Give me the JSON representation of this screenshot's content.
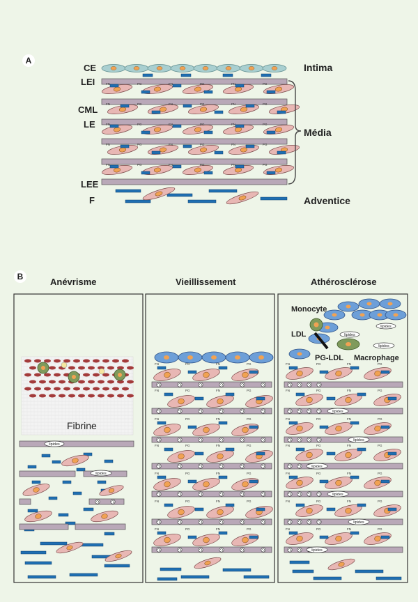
{
  "panel_a": {
    "letter": "A",
    "layer_labels": {
      "ce": "CE",
      "lei": "LEI",
      "cml": "CML",
      "le": "LE",
      "lee": "LEE",
      "f": "F"
    },
    "region_labels": {
      "intima": "Intima",
      "media": "Média",
      "adventice": "Adventice"
    }
  },
  "panel_b": {
    "letter": "B",
    "columns": [
      {
        "title": "Anévrisme"
      },
      {
        "title": "Vieillissement"
      },
      {
        "title": "Athérosclérose"
      }
    ],
    "fibrin_label": "Fibrine",
    "lipides_label": "lipides",
    "athero_labels": {
      "monocyte": "Monocyte",
      "ldl": "LDL",
      "pg_ldl": "PG-LDL",
      "macrophage": "Macrophage"
    },
    "tiny_labels": {
      "fn": "FN",
      "pg": "PG"
    }
  },
  "colors": {
    "background": "#eef5e8",
    "endothelial": "#a9cfd0",
    "elastic_lamina": "#b9a8b8",
    "smc_cell": "#e8b7b4",
    "nucleus": "#f1a253",
    "collagen": "#1f6fb2",
    "blue_cell": "#6d9fd8",
    "macrophage_green": "#7f9a5c",
    "fibrin_red": "#a33a3a"
  }
}
